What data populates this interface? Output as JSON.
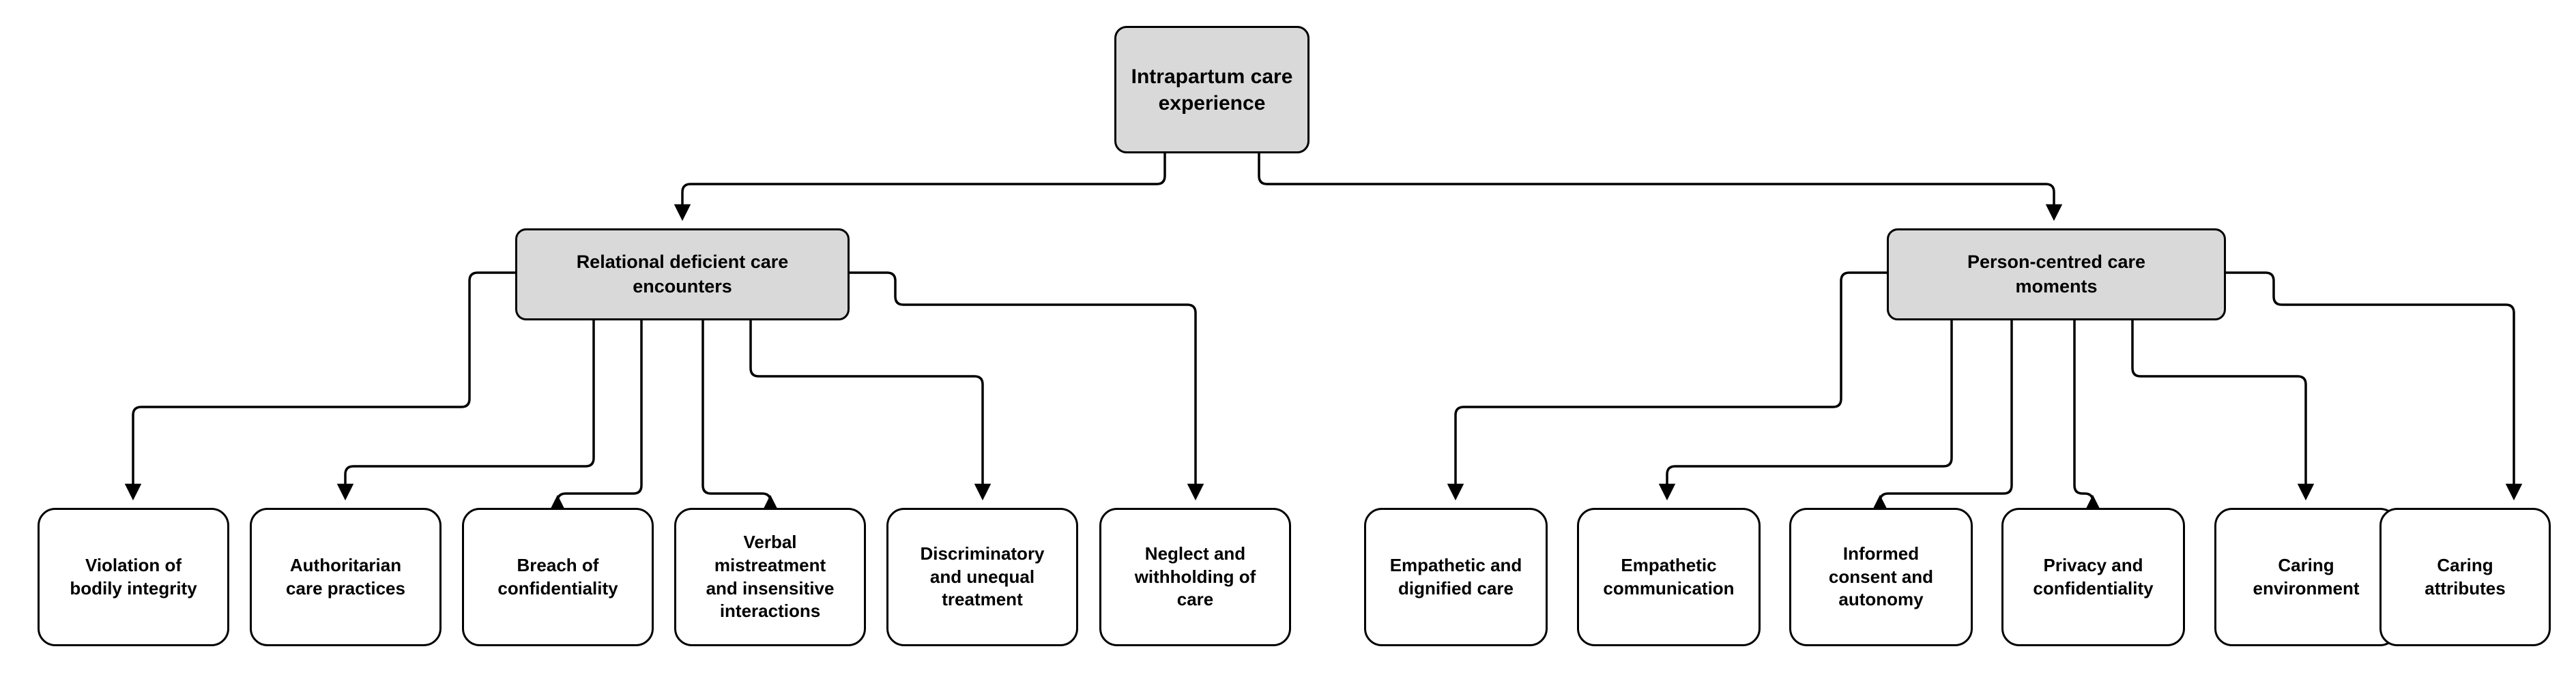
{
  "diagram": {
    "type": "hierarchy-flowchart",
    "orientation": "top-down",
    "colors": {
      "background": "#ffffff",
      "node_fill_level1": "#d9d9d9",
      "node_fill_level2": "#d9d9d9",
      "node_fill_leaf": "#ffffff",
      "stroke": "#000000",
      "text": "#000000"
    },
    "root": {
      "id": "root",
      "label": "Intrapartum  care\nexperience",
      "fill": "#d9d9d9"
    },
    "branches": [
      {
        "id": "branch-relational-deficient",
        "label": "Relational deficient care\nencounters",
        "fill": "#d9d9d9",
        "children": [
          {
            "id": "leaf-violation-bodily-integrity",
            "label": "Violation of\nbodily integrity"
          },
          {
            "id": "leaf-authoritarian-care-practices",
            "label": "Authoritarian\ncare practices"
          },
          {
            "id": "leaf-breach-confidentiality",
            "label": "Breach of\nconfidentiality"
          },
          {
            "id": "leaf-verbal-mistreatment",
            "label": "Verbal\nmistreatment\nand insensitive\ninteractions"
          },
          {
            "id": "leaf-discriminatory-unequal-treatment",
            "label": "Discriminatory\nand unequal\ntreatment"
          },
          {
            "id": "leaf-neglect-withholding-care",
            "label": "Neglect and\nwithholding of\ncare"
          }
        ]
      },
      {
        "id": "branch-person-centred",
        "label": "Person-centred care\nmoments",
        "fill": "#d9d9d9",
        "children": [
          {
            "id": "leaf-empathetic-dignified-care",
            "label": "Empathetic and\ndignified care"
          },
          {
            "id": "leaf-empathetic-communication",
            "label": "Empathetic\ncommunication"
          },
          {
            "id": "leaf-informed-consent-autonomy",
            "label": "Informed\nconsent and\nautonomy"
          },
          {
            "id": "leaf-privacy-confidentiality",
            "label": "Privacy and\nconfidentiality"
          },
          {
            "id": "leaf-caring-environment",
            "label": "Caring\nenvironment"
          },
          {
            "id": "leaf-caring-attributes",
            "label": "Caring\nattributes"
          }
        ]
      }
    ]
  }
}
